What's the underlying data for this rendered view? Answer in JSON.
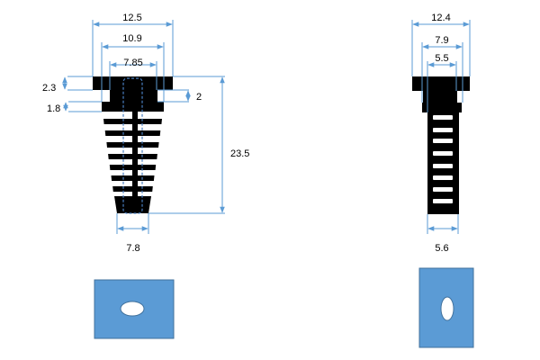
{
  "left_part": {
    "dims": {
      "top_flange_width": "12.5",
      "second_flange_width": "10.9",
      "neck_width": "7.85",
      "top_flange_height": "2.3",
      "second_flange_height": "1.8",
      "neck_height": "2",
      "overall_height": "23.5",
      "bottom_width": "7.8"
    }
  },
  "right_part": {
    "dims": {
      "top_flange_width": "12.4",
      "second_flange_width": "7.9",
      "neck_width": "5.5",
      "bottom_width": "5.6"
    }
  },
  "colors": {
    "dimension": "#5b9bd5",
    "plate": "#5b9bd5",
    "part": "#000000"
  }
}
